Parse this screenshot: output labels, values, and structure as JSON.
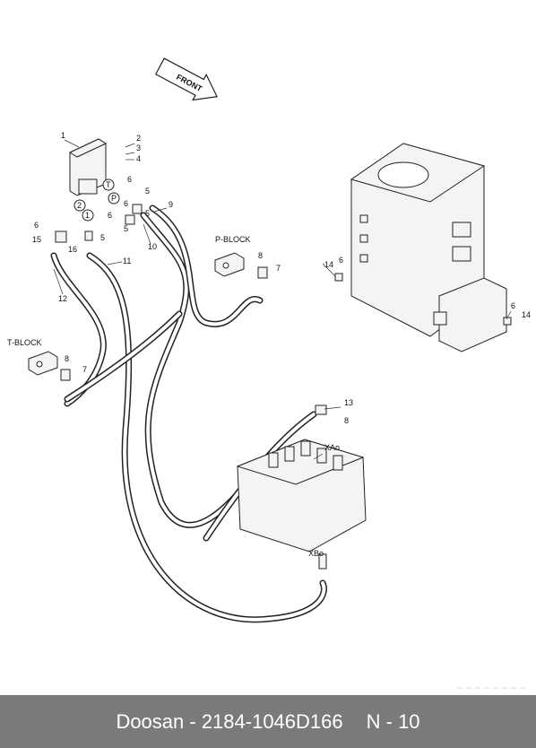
{
  "front_label": "FRONT",
  "blocks": {
    "p_block": "P-BLOCK",
    "t_block": "T-BLOCK"
  },
  "ports": {
    "xa": "XAo",
    "xb": "XBo"
  },
  "circled": [
    "T",
    "P",
    "1",
    "2"
  ],
  "callouts": [
    "1",
    "2",
    "3",
    "4",
    "5",
    "6",
    "6",
    "6",
    "5",
    "5",
    "9",
    "10",
    "11",
    "12",
    "15",
    "16",
    "6",
    "5",
    "8",
    "7",
    "8",
    "7",
    "13",
    "8",
    "14",
    "6",
    "6",
    "14"
  ],
  "footer": {
    "code": "Doosan - 2184-1046D166",
    "page": "N - 10"
  }
}
